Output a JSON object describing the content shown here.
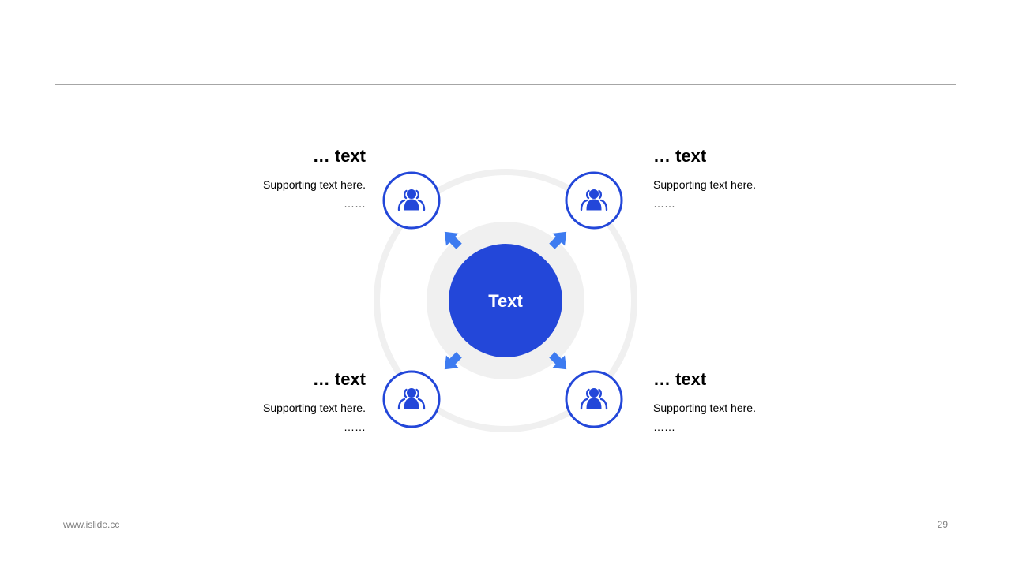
{
  "center": {
    "label": "Text"
  },
  "items": [
    {
      "title": "… text",
      "line1": "Supporting text here.",
      "line2": "……"
    },
    {
      "title": "… text",
      "line1": "Supporting text here.",
      "line2": "……"
    },
    {
      "title": "… text",
      "line1": "Supporting text here.",
      "line2": "……"
    },
    {
      "title": "… text",
      "line1": "Supporting text here.",
      "line2": "……"
    }
  ],
  "footer": {
    "url": "www.islide.cc",
    "page": "29"
  },
  "colors": {
    "primary_blue": "#2347d9",
    "arrow_blue": "#3d7bf0",
    "ring_gray": "#f0f0f0",
    "rule_gray": "#a6a6a6"
  },
  "icons": {
    "node_icon": "users-icon"
  }
}
